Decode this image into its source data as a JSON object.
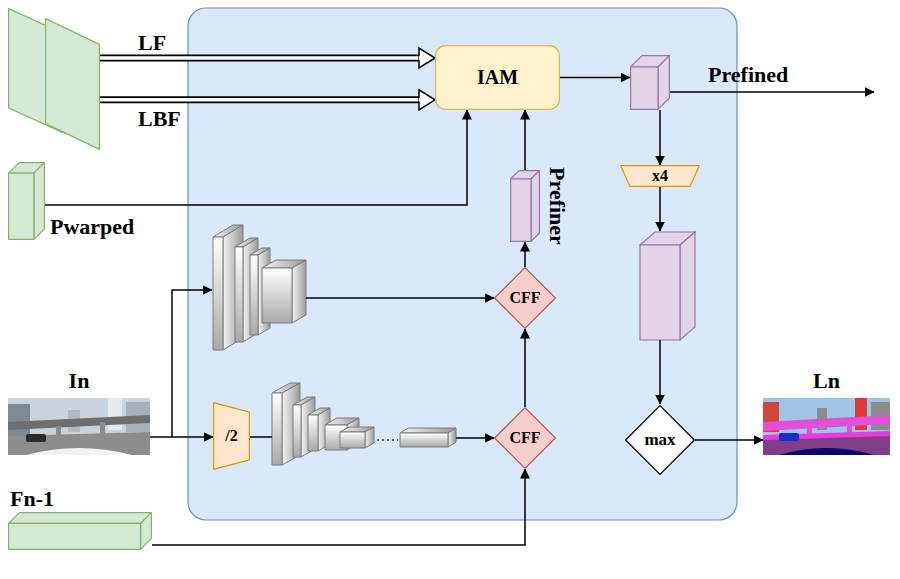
{
  "diagram": {
    "nodes": [
      {
        "text": [
          "LF"
        ]
      },
      {
        "text": [
          "LBF"
        ]
      },
      {
        "text": [
          "IAM"
        ]
      },
      {
        "text": [
          "Prefined"
        ]
      },
      {
        "text": [
          "Pwarped"
        ]
      },
      {
        "text": [
          "Prefiner"
        ]
      },
      {
        "text": [
          "CFF"
        ]
      },
      {
        "text": [
          "CFF"
        ]
      },
      {
        "text": [
          "x4"
        ]
      },
      {
        "text": [
          "max"
        ]
      },
      {
        "text": [
          "In"
        ]
      },
      {
        "text": [
          "/2"
        ]
      },
      {
        "text": [
          "Ln"
        ]
      },
      {
        "text": [
          "Fn-1"
        ]
      }
    ],
    "edges": [
      {
        "from": 0,
        "to": 2,
        "arrow": "to"
      },
      {
        "from": 1,
        "to": 2,
        "arrow": "to"
      },
      {
        "from": 4,
        "to": 2,
        "arrow": "to"
      },
      {
        "from": 5,
        "to": 2,
        "arrow": "to"
      },
      {
        "from": 6,
        "to": 5,
        "arrow": "to"
      },
      {
        "from": 7,
        "to": 6,
        "arrow": "to"
      },
      {
        "from": 13,
        "to": 7,
        "arrow": "to"
      },
      {
        "from": 2,
        "to": 3,
        "arrow": "to"
      },
      {
        "from": 3,
        "to": 8,
        "arrow": "to"
      },
      {
        "from": 10,
        "to": 11,
        "arrow": "to"
      },
      {
        "from": 9,
        "to": 12,
        "arrow": "to"
      }
    ]
  }
}
